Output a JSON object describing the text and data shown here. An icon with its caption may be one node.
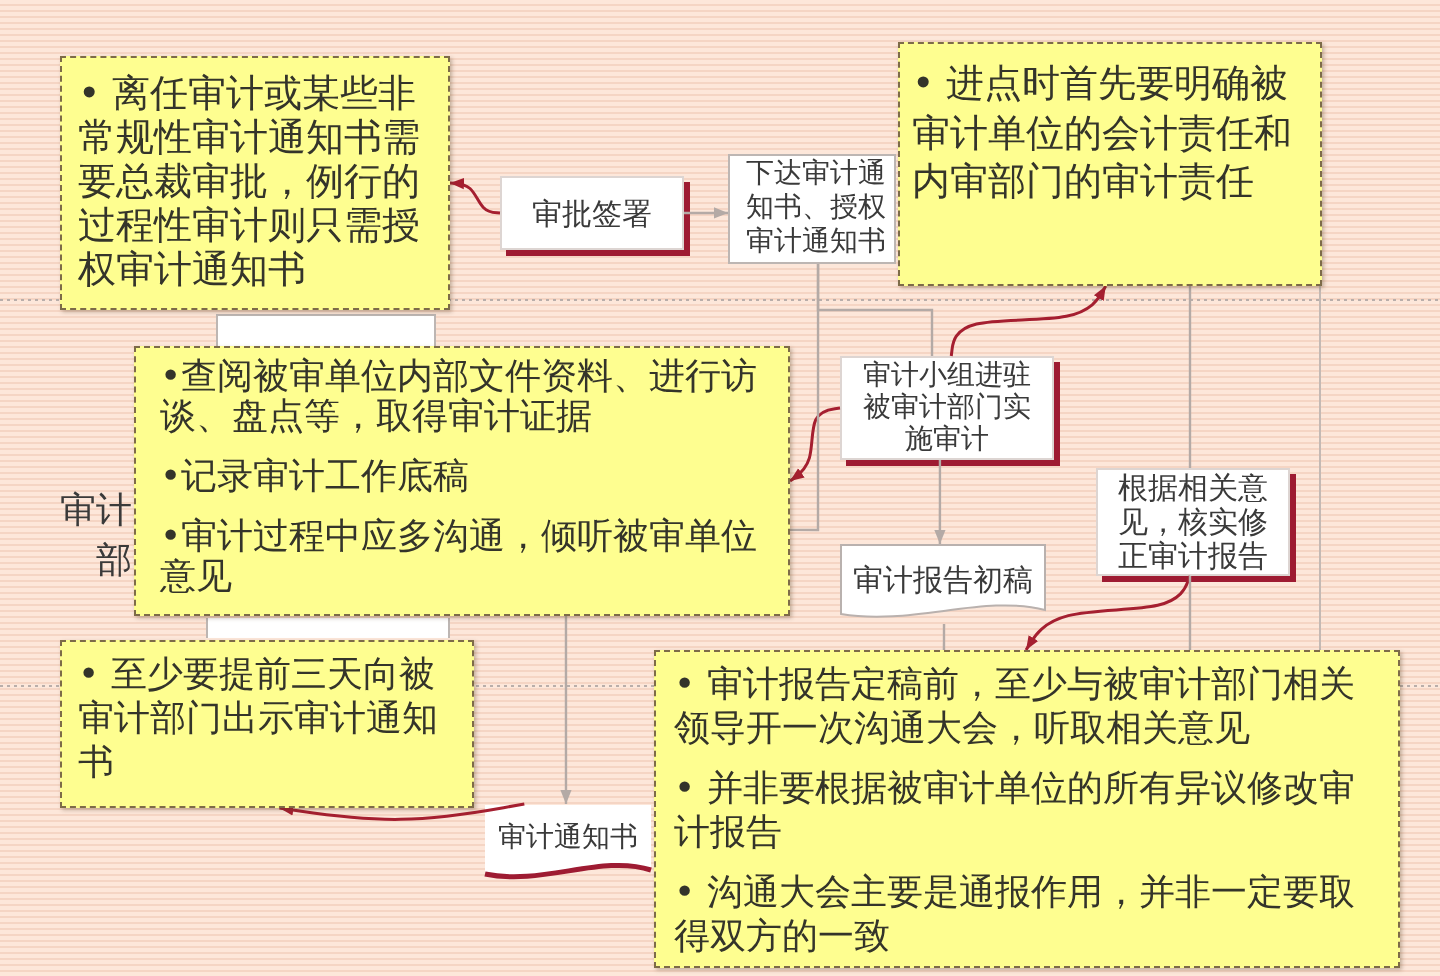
{
  "diagram": {
    "nodes": [
      {
        "text": [
          "• 离任审计或某些非常规性审计通知书需要总裁审批，例行的过程性审计则只需授权审计通知书"
        ]
      },
      {
        "text": [
          "审批签署"
        ]
      },
      {
        "text": [
          "下达审计通知书、授权审计通知书"
        ]
      },
      {
        "text": [
          "• 进点时首先要明确被审计单位的会计责任和内审部门的审计责任"
        ]
      },
      {
        "text": [],
        "shape": "box"
      },
      {
        "text": [
          "•查阅被审单位内部文件资料、进行访谈、盘点等，取得审计证据",
          "•记录审计工作底稿",
          "•审计过程中应多沟通，倾听被审单位意见"
        ]
      },
      {
        "text": [
          "审计小组进驻被审计部门实施审计"
        ]
      },
      {
        "text": [
          "根据相关意见，核实修正审计报告"
        ]
      },
      {
        "text": [
          "审计报告初稿"
        ]
      },
      {
        "text": [],
        "shape": "box"
      },
      {
        "text": [
          "• 至少要提前三天向被审计部门出示审计通知书"
        ]
      },
      {
        "text": [
          "• 审计报告定稿前，至少与被审计部门相关领导开一次沟通大会，听取相关意见",
          "• 并非要根据被审计单位的所有异议修改审计报告",
          "• 沟通大会主要是通报作用，并非一定要取得双方的一致"
        ]
      },
      {
        "text": [
          "审计通知书"
        ]
      }
    ],
    "edges": [
      {
        "from": 1,
        "to": 0,
        "arrow": "to",
        "color": "#a51f30"
      },
      {
        "from": 1,
        "to": 2,
        "arrow": "to"
      },
      {
        "from": 6,
        "to": 3,
        "arrow": "to",
        "color": "#a51f30"
      },
      {
        "from": 6,
        "to": 5,
        "arrow": "to",
        "color": "#a51f30"
      },
      {
        "from": 6,
        "to": 8,
        "arrow": "to"
      },
      {
        "from": 7,
        "to": 11,
        "arrow": "to",
        "color": "#a51f30"
      },
      {
        "from": 5,
        "to": 12,
        "arrow": "to"
      },
      {
        "from": 12,
        "to": 10,
        "arrow": "to",
        "color": "#a51f30"
      },
      {
        "from": 2,
        "to": 6,
        "arrow": "none"
      },
      {
        "from": 2,
        "to": 5,
        "arrow": "none"
      },
      {
        "from": 3,
        "to": 7,
        "arrow": "none"
      },
      {
        "from": 7,
        "to": 11,
        "arrow": "none"
      },
      {
        "from": 8,
        "to": 11,
        "arrow": "none"
      }
    ],
    "labels": [
      "审计",
      "部"
    ]
  }
}
